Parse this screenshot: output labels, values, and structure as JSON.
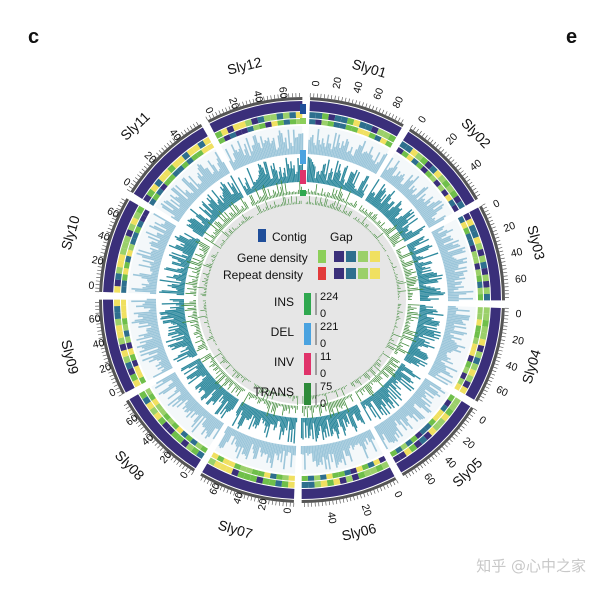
{
  "panels": {
    "left": "c",
    "right": "e"
  },
  "watermark": "知乎 @心中之家",
  "chromosomes": [
    {
      "name": "Sly01",
      "ticks": [
        "0",
        "20",
        "40",
        "60",
        "80"
      ]
    },
    {
      "name": "Sly02",
      "ticks": [
        "0",
        "20",
        "40"
      ]
    },
    {
      "name": "Sly03",
      "ticks": [
        "0",
        "20",
        "40",
        "60"
      ]
    },
    {
      "name": "Sly04",
      "ticks": [
        "0",
        "20",
        "40",
        "60"
      ]
    },
    {
      "name": "Sly05",
      "ticks": [
        "0",
        "20",
        "40",
        "60"
      ]
    },
    {
      "name": "Sly06",
      "ticks": [
        "0",
        "20",
        "40"
      ]
    },
    {
      "name": "Sly07",
      "ticks": [
        "0",
        "20",
        "40",
        "60"
      ]
    },
    {
      "name": "Sly08",
      "ticks": [
        "0",
        "20",
        "40",
        "60"
      ]
    },
    {
      "name": "Sly09",
      "ticks": [
        "0",
        "20",
        "40",
        "60"
      ]
    },
    {
      "name": "Sly10",
      "ticks": [
        "0",
        "20",
        "40",
        "60"
      ]
    },
    {
      "name": "Sly11",
      "ticks": [
        "0",
        "20",
        "40"
      ]
    },
    {
      "name": "Sly12",
      "ticks": [
        "0",
        "20",
        "40",
        "60"
      ]
    }
  ],
  "legend": {
    "contig": "Contig",
    "gap": "Gap",
    "gene_density": "Gene density",
    "repeat_density": "Repeat density",
    "density_colors": [
      "#6fbf4a",
      "#3a2f7a",
      "#2e6f8e",
      "#9bd06a",
      "#f0e060"
    ],
    "gene_swatch": "#8ccf5a",
    "repeat_swatch": "#e23a3a",
    "contig_color": "#1f4e9a"
  },
  "sv": [
    {
      "label": "INS",
      "max": "224",
      "min": "0",
      "color": "#2fa84f"
    },
    {
      "label": "DEL",
      "max": "221",
      "min": "0",
      "color": "#4aa3e0"
    },
    {
      "label": "INV",
      "max": "11",
      "min": "0",
      "color": "#e0336a"
    },
    {
      "label": "TRANS",
      "max": "75",
      "min": "0",
      "color": "#2e8b3a"
    }
  ],
  "colors": {
    "outer_ring": "#3a2f7a",
    "density_ring": "#6fbf4a",
    "track_light": "#9cc6da",
    "track_mid": "#2f8a9e",
    "track_green": "#3f8a3a",
    "inner_fill": "#e6e6e6"
  }
}
